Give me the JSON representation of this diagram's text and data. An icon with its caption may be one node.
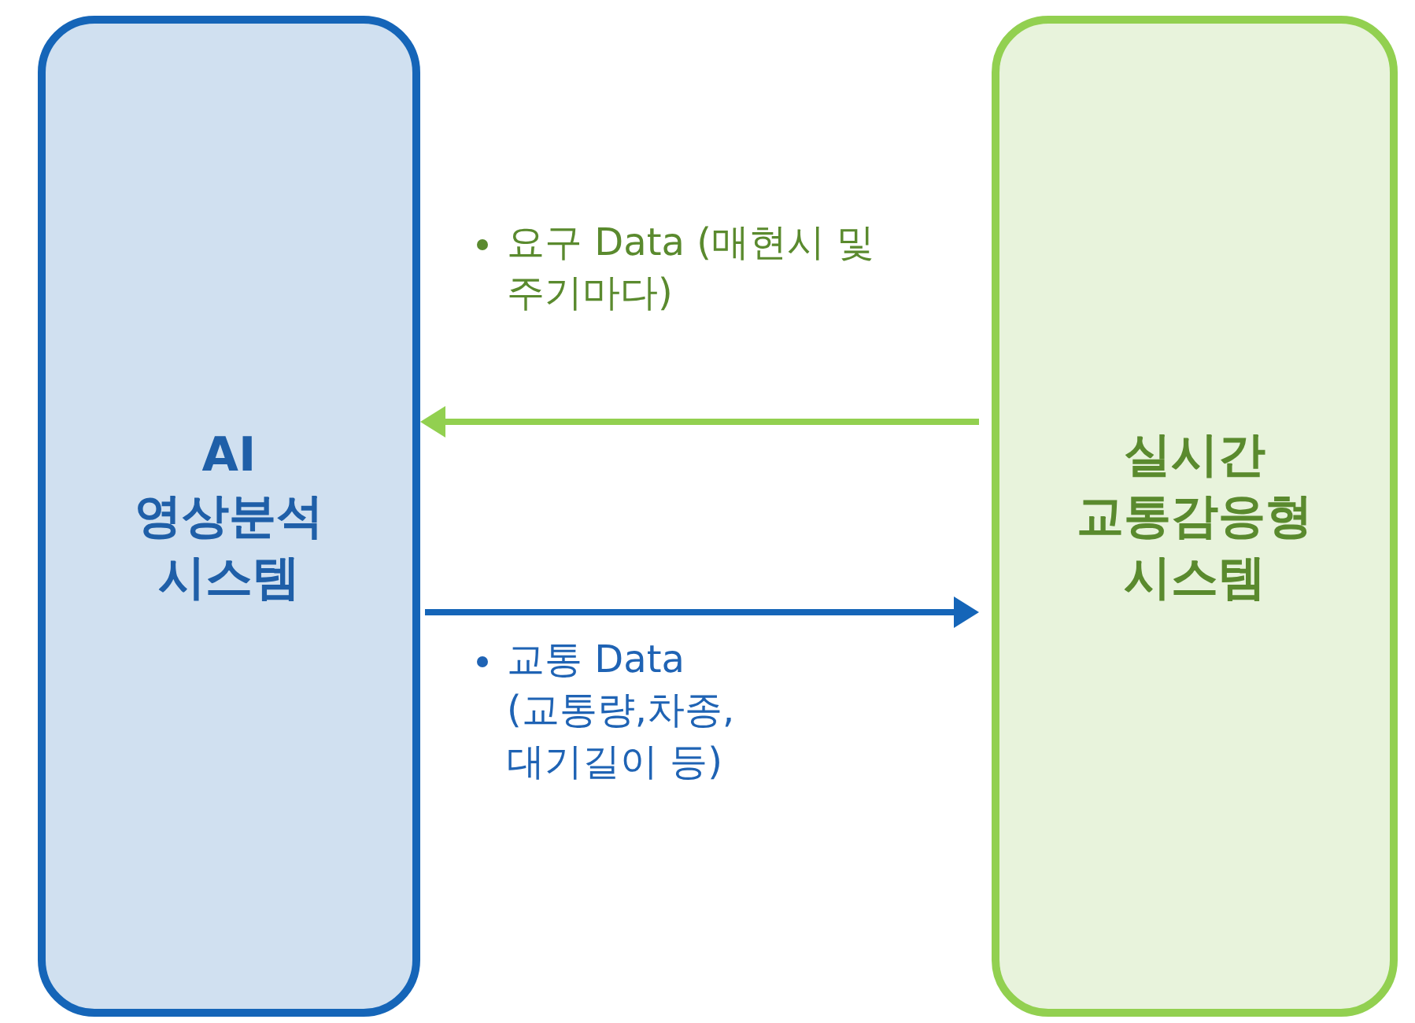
{
  "diagram": {
    "nodes": [
      {
        "text": [
          "AI 영상분석 시스템"
        ]
      },
      {
        "text": [
          "실시간 교통감응형 시스템"
        ]
      }
    ],
    "edges": [
      {
        "from": 1,
        "to": 0,
        "arrow": "to",
        "label": "요구 Data (매현시 및 주기마다)",
        "color": "#92d050"
      },
      {
        "from": 0,
        "to": 1,
        "arrow": "to",
        "label": "교통 Data (교통량,차종, 대기길이 등)",
        "color": "#1565b8"
      }
    ]
  }
}
